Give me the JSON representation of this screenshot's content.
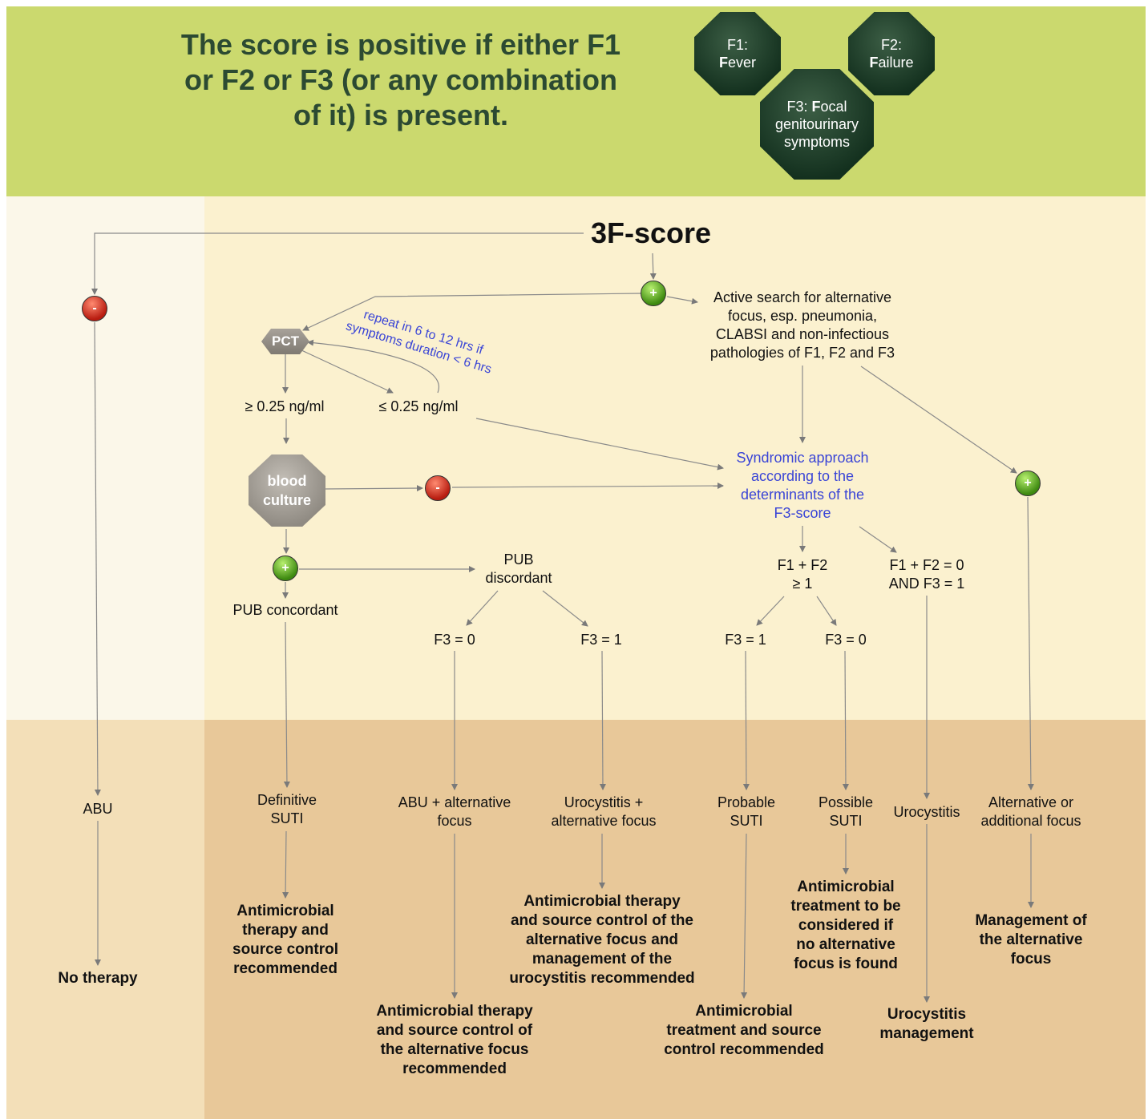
{
  "header": {
    "text_lines": [
      "The score is positive if either F1",
      "or F2 or F3 (or any combination",
      "of it) is present."
    ],
    "f1": {
      "line1": "F1:",
      "initial": "F",
      "rest": "ever"
    },
    "f2": {
      "line1": "F2:",
      "initial": "F",
      "rest": "ailure"
    },
    "f3": {
      "prefix": "F3: ",
      "initial": "F",
      "rest": "ocal",
      "line2": "genitourinary",
      "line3": "symptoms"
    }
  },
  "colors": {
    "header_bg": "#cbd96e",
    "left_column_bg": "#fbf7e9",
    "middle_bg": "#fbf1cf",
    "bottom_bg": "#e8c899",
    "bottom_left_bg": "#f3dfb8",
    "blue_text": "#3a45d6"
  },
  "flow": {
    "title": "3F-score",
    "active_search": [
      "Active search for alternative",
      "focus, esp. pneumonia,",
      "CLABSI and non-infectious",
      "pathologies of F1, F2 and F3"
    ],
    "pct": "PCT",
    "repeat_note": [
      "repeat in 6 to 12 hrs if",
      "symptoms duration < 6 hrs"
    ],
    "pct_high": "≥ 0.25 ng/ml",
    "pct_low": "≤ 0.25 ng/ml",
    "blood_culture": [
      "blood",
      "culture"
    ],
    "syndromic": [
      "Syndromic approach",
      "according to the",
      "determinants of the",
      "F3-score"
    ],
    "pub_discordant": [
      "PUB",
      "discordant"
    ],
    "pub_concordant": "PUB concordant",
    "f1f2_ge1": [
      "F1 + F2",
      "≥ 1"
    ],
    "f1f2_zero": [
      "F1 + F2  = 0",
      "AND F3 = 1"
    ],
    "f3_0_a": "F3 = 0",
    "f3_1_a": "F3 = 1",
    "f3_1_b": "F3 = 1",
    "f3_0_b": "F3 = 0",
    "plus_sign": "+",
    "minus_sign": "-"
  },
  "outcomes": {
    "abu": "ABU",
    "definitive_suti": [
      "Definitive",
      "SUTI"
    ],
    "abu_alt": [
      "ABU + alternative",
      "focus"
    ],
    "urocystitis_alt": [
      "Urocystitis +",
      "alternative focus"
    ],
    "probable_suti": [
      "Probable",
      "SUTI"
    ],
    "possible_suti": [
      "Possible",
      "SUTI"
    ],
    "urocystitis": "Urocystitis",
    "alt_focus": [
      "Alternative or",
      "additional focus"
    ]
  },
  "actions": {
    "no_therapy": "No therapy",
    "antimicrobial_source": [
      "Antimicrobial",
      "therapy and",
      "source control",
      "recommended"
    ],
    "alt_focus_therapy": [
      "Antimicrobial therapy",
      "and source control of",
      "the alternative focus",
      "recommended"
    ],
    "urocystitis_alt_therapy": [
      "Antimicrobial therapy",
      "and source control of the",
      "alternative focus and",
      "management of the",
      "urocystitis recommended"
    ],
    "probable_treatment": [
      "Antimicrobial",
      "treatment and source",
      "control recommended"
    ],
    "possible_treatment": [
      "Antimicrobial",
      "treatment to be",
      "considered if",
      "no alternative",
      "focus is found"
    ],
    "urocystitis_mgmt": [
      "Urocystitis",
      "management"
    ],
    "alt_mgmt": [
      "Management of",
      "the alternative",
      "focus"
    ]
  }
}
